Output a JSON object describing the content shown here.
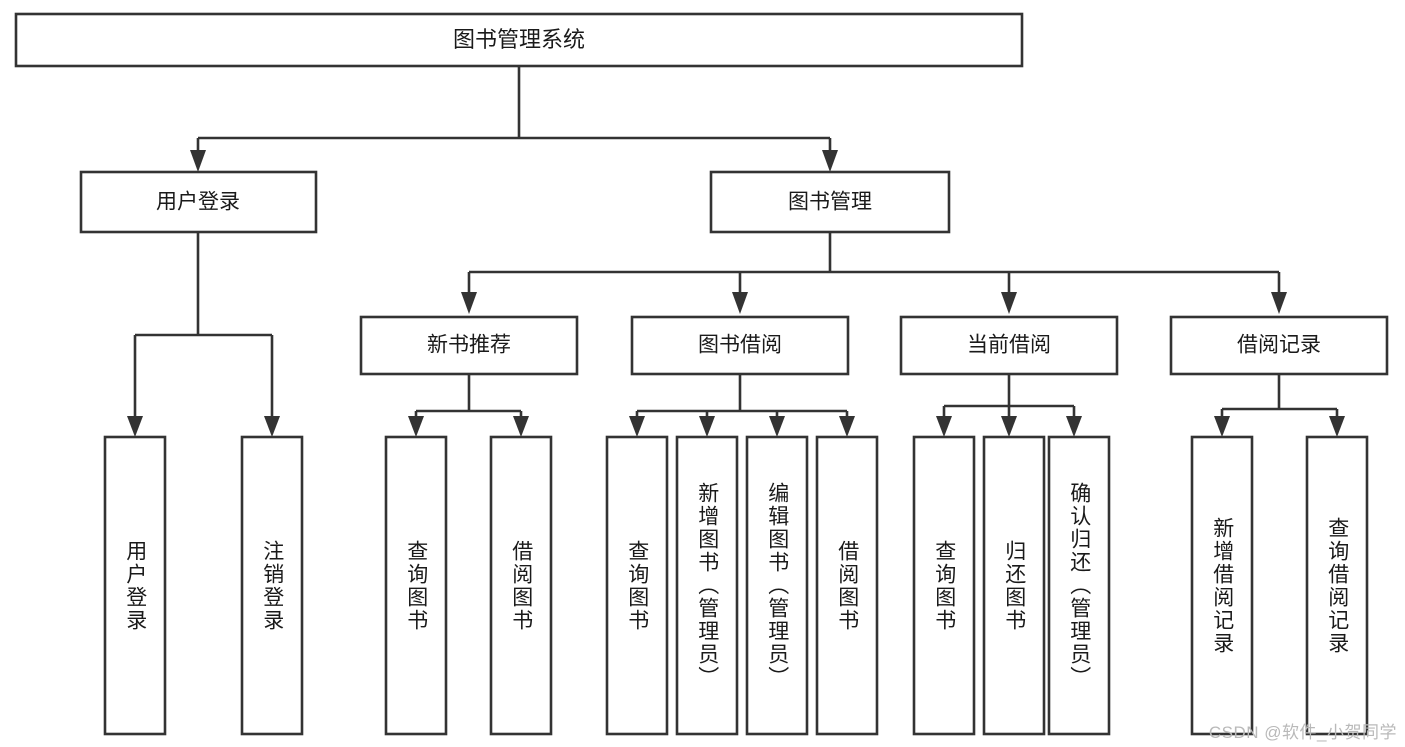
{
  "diagram": {
    "type": "tree",
    "title": "图书管理系统",
    "watermark": "CSDN @软件_小贺同学",
    "colors": {
      "box_stroke": "#333333",
      "box_fill": "#ffffff",
      "text": "#1a1a1a",
      "background": "#ffffff",
      "watermark": "#b9b9b9"
    },
    "root": {
      "label": "图书管理系统"
    },
    "level2": [
      {
        "label": "用户登录"
      },
      {
        "label": "图书管理"
      }
    ],
    "level3": [
      {
        "label": "新书推荐"
      },
      {
        "label": "图书借阅"
      },
      {
        "label": "当前借阅"
      },
      {
        "label": "借阅记录"
      }
    ],
    "groups": [
      {
        "parent": "用户登录",
        "leaves": [
          {
            "label": "用户登录"
          },
          {
            "label": "注销登录"
          }
        ]
      },
      {
        "parent": "新书推荐",
        "leaves": [
          {
            "label": "查询图书"
          },
          {
            "label": "借阅图书"
          }
        ]
      },
      {
        "parent": "图书借阅",
        "leaves": [
          {
            "label": "查询图书"
          },
          {
            "label": "新增图书（管理员）"
          },
          {
            "label": "编辑图书（管理员）"
          },
          {
            "label": "借阅图书"
          }
        ]
      },
      {
        "parent": "当前借阅",
        "leaves": [
          {
            "label": "查询图书"
          },
          {
            "label": "归还图书"
          },
          {
            "label": "确认归还（管理员）"
          }
        ]
      },
      {
        "parent": "借阅记录",
        "leaves": [
          {
            "label": "新增借阅记录"
          },
          {
            "label": "查询借阅记录"
          }
        ]
      }
    ]
  }
}
